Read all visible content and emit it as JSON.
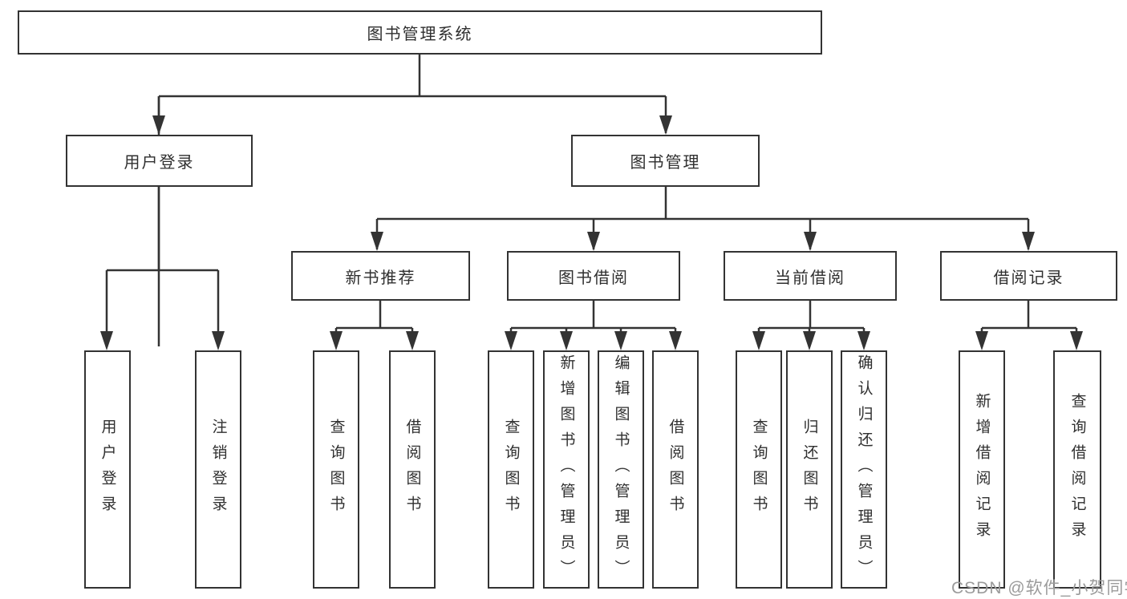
{
  "diagram": {
    "root": {
      "label": "图书管理系统"
    },
    "level2": [
      {
        "label": "用户登录"
      },
      {
        "label": "图书管理"
      }
    ],
    "level3": [
      {
        "label": "新书推荐"
      },
      {
        "label": "图书借阅"
      },
      {
        "label": "当前借阅"
      },
      {
        "label": "借阅记录"
      }
    ],
    "leaves": {
      "user_login": [
        "用户登录",
        "注销登录"
      ],
      "new_book": [
        "查询图书",
        "借阅图书"
      ],
      "book_borrow": [
        "查询图书",
        "新增图书（管理员）",
        "编辑图书（管理员）",
        "借阅图书"
      ],
      "current_borrow": [
        "查询图书",
        "归还图书",
        "确认归还（管理员）"
      ],
      "borrow_records": [
        "新增借阅记录",
        "查询借阅记录"
      ]
    },
    "colors": {
      "line": "#333333",
      "text": "#2f2f2f",
      "background": "#ffffff",
      "watermark": "#9b9b9b"
    },
    "watermark": "CSDN @软件_小贺同学"
  }
}
